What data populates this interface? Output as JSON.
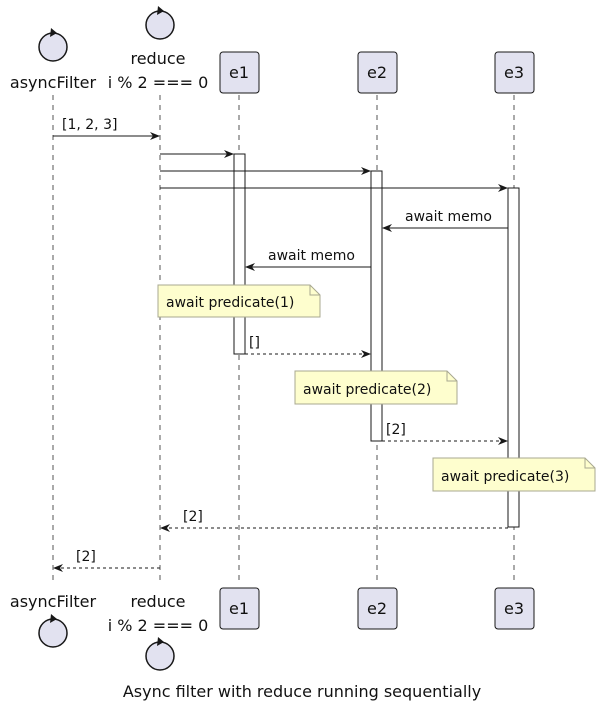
{
  "caption": "Async filter with reduce running sequentially",
  "participants": {
    "asyncFilter": {
      "name": "asyncFilter"
    },
    "reduce": {
      "name_line1": "reduce",
      "name_line2": "i % 2 === 0"
    },
    "e1": {
      "name": "e1"
    },
    "e2": {
      "name": "e2"
    },
    "e3": {
      "name": "e3"
    }
  },
  "messages": {
    "m1": "[1, 2, 3]",
    "m2": "",
    "m3": "",
    "m4": "",
    "m5": "await memo",
    "m6": "await memo",
    "m7": "[]",
    "m8": "[2]",
    "m9": "[2]",
    "m10": "[2]"
  },
  "notes": {
    "n1": "await predicate(1)",
    "n2": "await predicate(2)",
    "n3": "await predicate(3)"
  },
  "colors": {
    "participant_fill": "#e2e2f0",
    "participant_stroke": "#181818",
    "note_fill": "#fefece",
    "note_stroke": "#a8a890",
    "lifeline": "#555555",
    "activation_fill": "#ffffff",
    "arrow": "#181818"
  }
}
